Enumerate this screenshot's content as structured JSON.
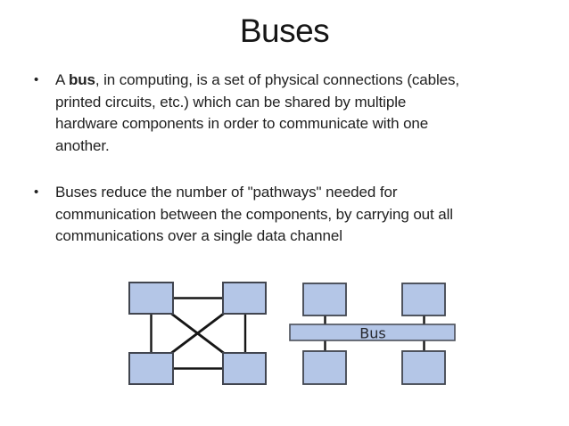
{
  "slide": {
    "title": "Buses",
    "bullets": [
      {
        "marker": "•",
        "line1": {
          "pre": "A ",
          "bold": "bus",
          "rest": ", in computing, is a set of physical connections (cables,"
        },
        "lines": [
          "printed circuits, etc.) which can be shared by multiple",
          "hardware components in order to communicate with one",
          "another."
        ]
      },
      {
        "marker": "•",
        "lines": [
          "Buses reduce the number of \"pathways\" needed for",
          "communication between the components, by carrying out all",
          "communications over a single data channel"
        ]
      }
    ]
  },
  "diagram": {
    "bus_label": "Bus",
    "colors": {
      "box_fill": "#b4c6e7",
      "box_border": "#41454f",
      "connection_line": "#161616",
      "bus_label_text": "#26282e",
      "background": "#ffffff"
    }
  }
}
